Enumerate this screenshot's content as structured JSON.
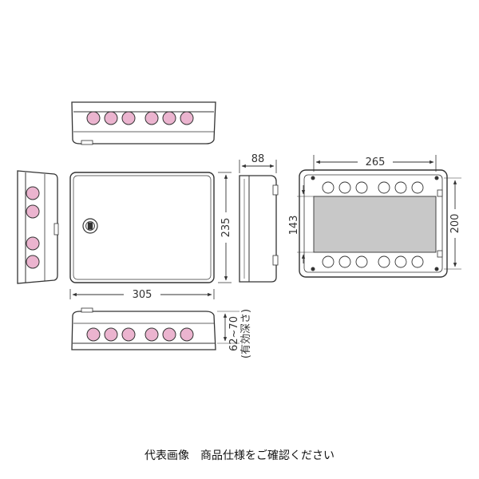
{
  "dimensions": {
    "front_width": "305",
    "front_height": "235",
    "side_depth": "88",
    "inner_width": "265",
    "inner_height": "200",
    "inner_panel_height": "143",
    "effective_depth_range": "62~70",
    "effective_depth_label": "(有効深さ)"
  },
  "caption": "代表画像　商品仕様をご確認ください",
  "colors": {
    "outline": "#333333",
    "knockout_fill": "#ebb4cf",
    "panel_fill": "#c8c8c8",
    "body_fill": "#ffffff"
  }
}
